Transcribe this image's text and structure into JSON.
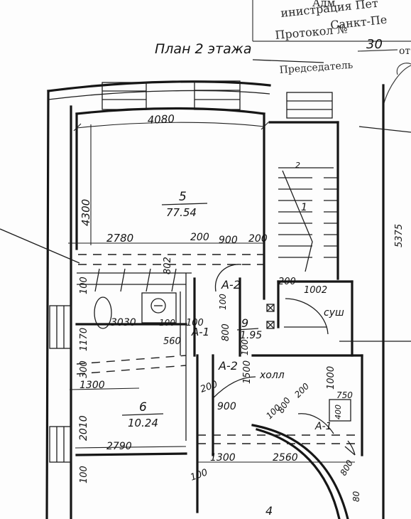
{
  "stamp": {
    "line1": "Адм",
    "line2": "инистрация Пет",
    "line3": "Санкт-Пе",
    "protocol_label": "Протокол №",
    "protocol_number": "30",
    "protocol_suffix": "от",
    "chairman": "Председатель"
  },
  "plan_title": "План 2 этажа",
  "rooms": [
    {
      "num": "5",
      "area": "77.54"
    },
    {
      "num": "6",
      "area": "10.24"
    },
    {
      "num": "9",
      "area": "1.95"
    }
  ],
  "room_labels": {
    "hall": "холл",
    "drying": "суш",
    "a2_top": "А-2",
    "a2_mid": "А-2",
    "a1": "А-1",
    "a1_right": "А-1",
    "room4": "4",
    "stair": "2",
    "stair_up": "1"
  },
  "dimensions": {
    "d4080": "4080",
    "d4300": "4300",
    "d2780": "2780",
    "d200a": "200",
    "d900a": "900",
    "d200b": "200",
    "d100a": "100",
    "d802": "802",
    "d200c": "200",
    "d1002": "1002",
    "d100b": "100",
    "d3030": "3030",
    "d100c": "100",
    "d100d": "100",
    "d560": "560",
    "d800a": "800",
    "d1170": "1170",
    "d300": "300",
    "d100e": "100",
    "d1300a": "1300",
    "d200d": "200",
    "d1500": "1500",
    "d1000": "1000",
    "d900b": "900",
    "d100f": "100",
    "d800b": "800",
    "d200e": "200",
    "d750": "750",
    "d400": "400",
    "d2010": "2010",
    "d2790": "2790",
    "d100g": "100",
    "d1300b": "1300",
    "d2560": "2560",
    "d800c": "800",
    "d80": "80",
    "d5375": "5375"
  }
}
